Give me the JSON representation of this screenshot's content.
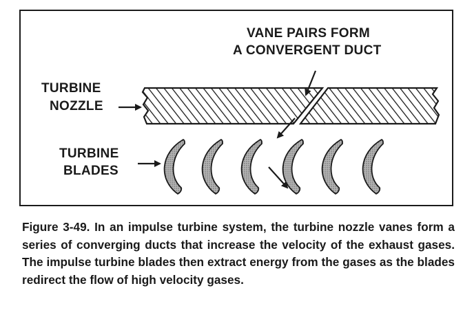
{
  "labels": {
    "vane_pairs_line1": "VANE PAIRS FORM",
    "vane_pairs_line2": "A CONVERGENT DUCT",
    "turbine_nozzle_line1": "TURBINE",
    "turbine_nozzle_line2": "NOZZLE",
    "turbine_blades_line1": "TURBINE",
    "turbine_blades_line2": "BLADES"
  },
  "caption": "Figure 3-49. In an impulse turbine system, the turbine nozzle vanes form a series of converging ducts that increase the velocity of the exhaust gases. The impulse turbine blades then extract energy from the gases as the blades redirect the flow of high velocity gases.",
  "colors": {
    "ink": "#1a1a1a",
    "blade_fill": "#9a9a9a",
    "background": "#ffffff"
  }
}
